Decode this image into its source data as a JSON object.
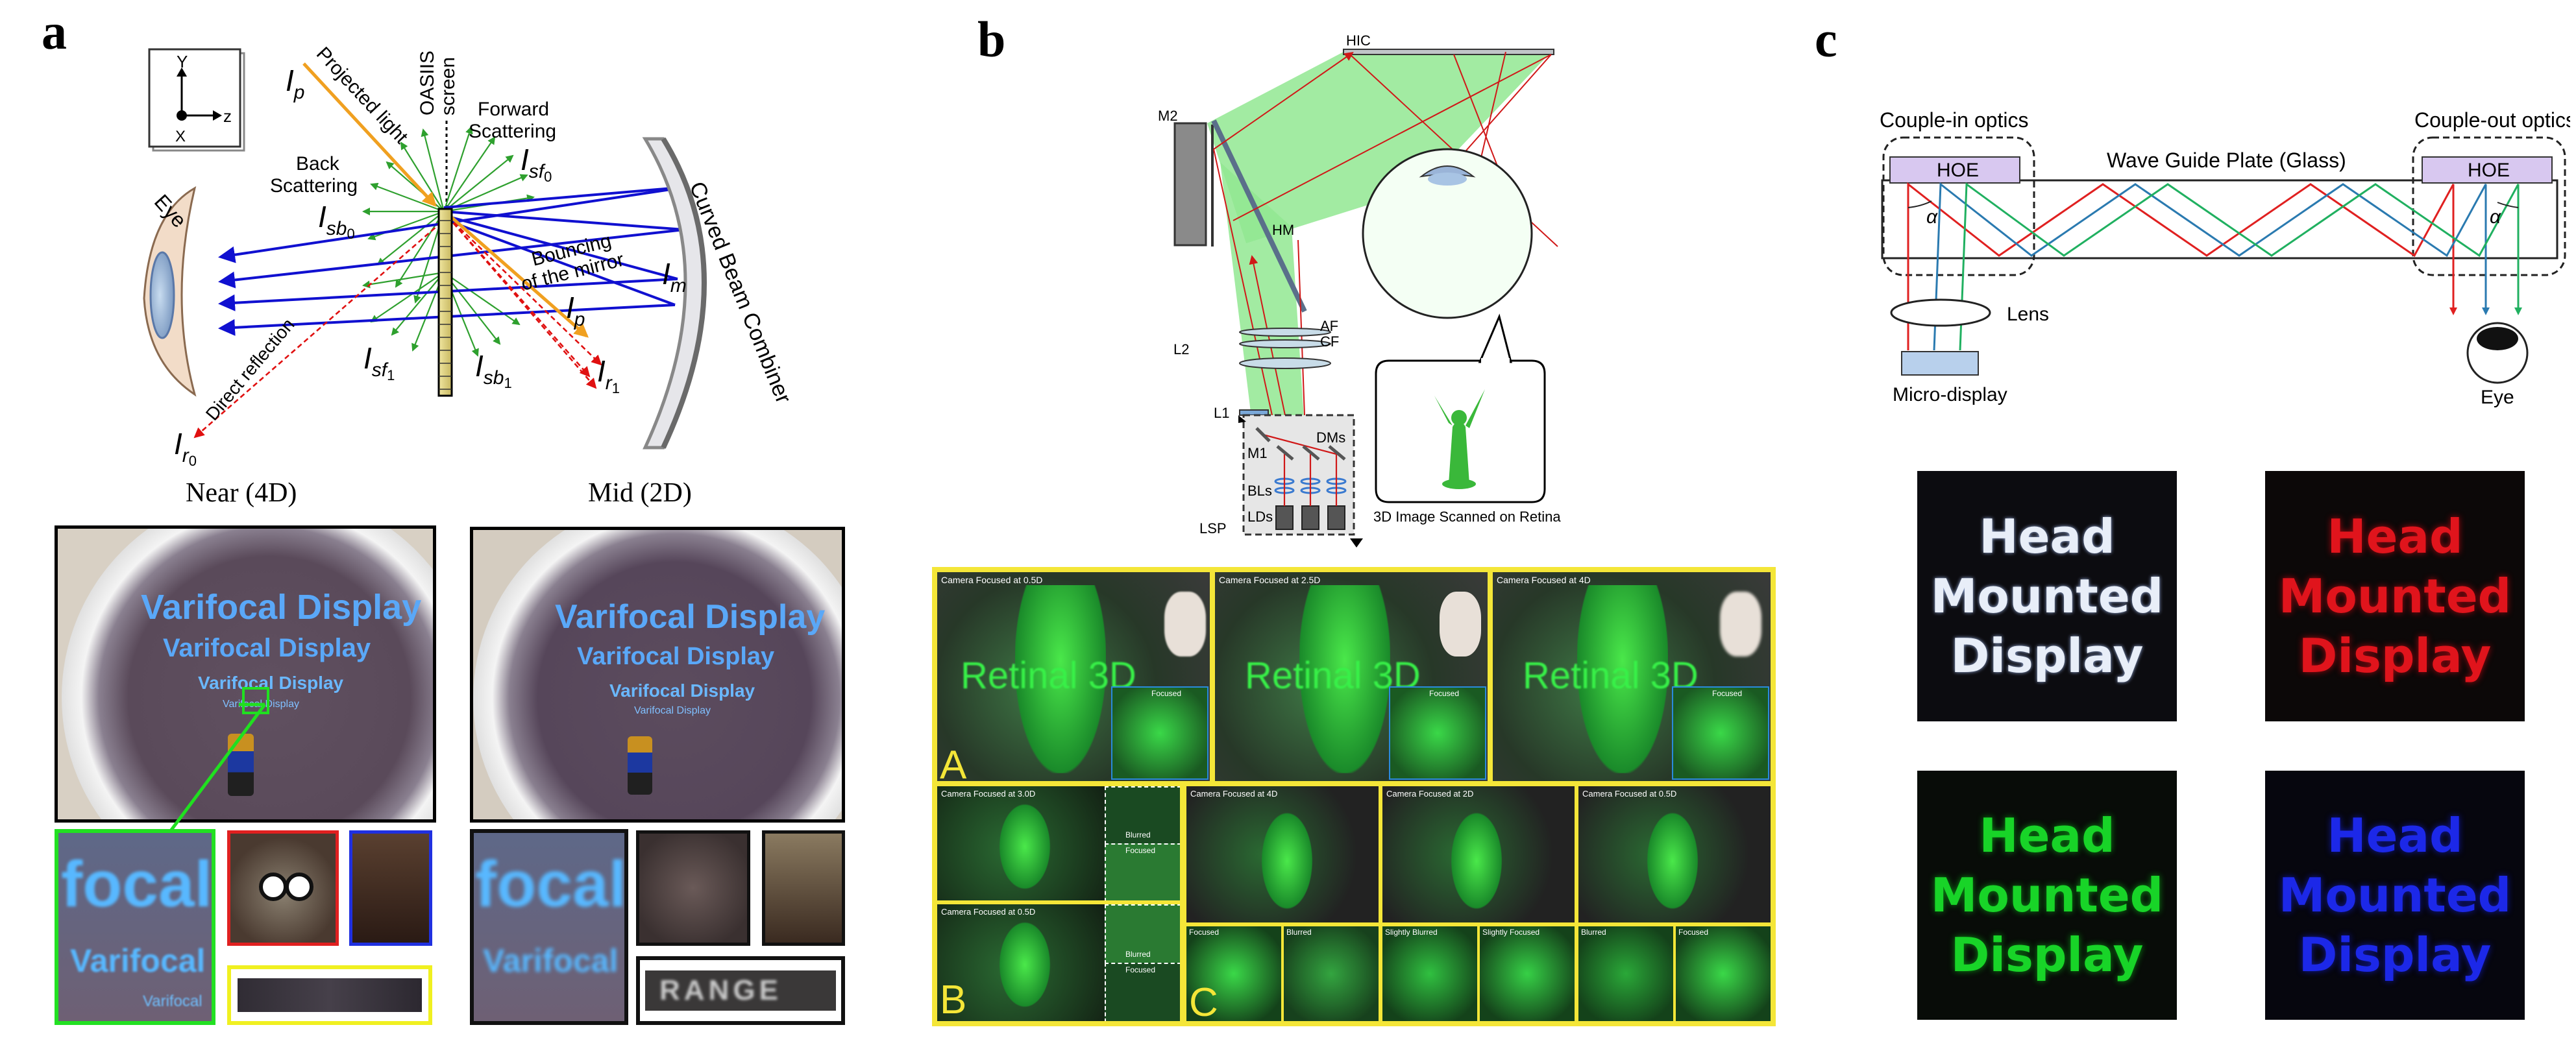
{
  "panels": {
    "a": "a",
    "b": "b",
    "c": "c"
  },
  "panel_a": {
    "axes": {
      "y": "Y",
      "z": "z",
      "x": "X"
    },
    "screen_label": [
      "OASIIS",
      "screen"
    ],
    "projected_light": "Projected light",
    "forward_scattering": [
      "Forward",
      "Scattering"
    ],
    "back_scattering": [
      "Back",
      "Scattering"
    ],
    "bouncing": [
      "Bouncing",
      "of the mirror"
    ],
    "direct_reflection": "Direct reflection",
    "curved_combiner": "Curved Beam Combiner",
    "eye": "Eye",
    "symbols": {
      "ip": "I",
      "ip_sub": "p",
      "isf0": "I",
      "isf0_sub": "sf",
      "isb0": "I",
      "isb0_sub": "sb",
      "im": "I",
      "im_sub": "m",
      "ipp": "I",
      "ipp_sub": "p",
      "ir1": "I",
      "ir1_sub": "r",
      "isf1": "I",
      "isf1_sub": "sf",
      "isb1": "I",
      "isb1_sub": "sb",
      "ir0": "I",
      "ir0_sub": "r",
      "zero": "0",
      "one": "1"
    },
    "near_title": "Near (4D)",
    "mid_title": "Mid (2D)",
    "display_lines": [
      "Varifocal Display",
      "Varifocal Display",
      "Varifocal Display",
      "Varifocal Display"
    ],
    "crop_focal": "focal",
    "crop_varifocal": "Varifocal",
    "crop_varifocal_small": "Varifocal",
    "range_text": "RANGE"
  },
  "panel_b": {
    "labels": {
      "hic": "HIC",
      "m2": "M2",
      "hm": "HM",
      "af": "AF",
      "cf": "CF",
      "l2": "L2",
      "l1": "L1",
      "m1": "M1",
      "dms": "DMs",
      "bls": "BLs",
      "lds": "LDs",
      "lsp": "LSP",
      "retina": "3D Image Scanned on Retina"
    },
    "row_a": [
      {
        "caption": "Camera Focused at 0.5D",
        "inset": "Focused"
      },
      {
        "caption": "Camera Focused at 2.5D",
        "inset": "Focused"
      },
      {
        "caption": "Camera Focused at 4D",
        "inset": "Focused"
      }
    ],
    "retinal_text": "Retinal 3D",
    "letter_a": "A",
    "row_b": [
      {
        "caption": "Camera Focused at 3.0D",
        "insets": [
          "Blurred",
          "Focused"
        ]
      },
      {
        "caption": "Camera Focused at 0.5D",
        "insets": [
          "Blurred",
          "Focused"
        ]
      }
    ],
    "letter_b": "B",
    "row_c": [
      "Camera Focused at 4D",
      "Camera Focused at 2D",
      "Camera Focused at 0.5D"
    ],
    "row_c_insets": [
      "Focused",
      "Blurred",
      "Slightly Blurred",
      "Slightly Focused",
      "Blurred",
      "Focused"
    ],
    "letter_c": "C"
  },
  "panel_c": {
    "couple_in": "Couple-in optics",
    "couple_out": "Couple-out optics",
    "waveguide": "Wave  Guide Plate (Glass)",
    "hoe_in": "HOE",
    "hoe_out": "HOE",
    "alpha": "α",
    "lens": "Lens",
    "micro_display": "Micro-display",
    "eye": "Eye",
    "hmd_white": [
      "Head",
      "Mounted",
      "Display"
    ],
    "hmd_red": [
      "Head",
      "Mounted",
      "Display"
    ],
    "hmd_green": [
      "Head",
      "Mounted",
      "Display"
    ],
    "hmd_blue": [
      "Head",
      "Mounted",
      "Display"
    ],
    "colors": {
      "white": "#e8eef8",
      "red": "#e0141c",
      "green": "#18d428",
      "blue": "#1c28e8"
    }
  }
}
